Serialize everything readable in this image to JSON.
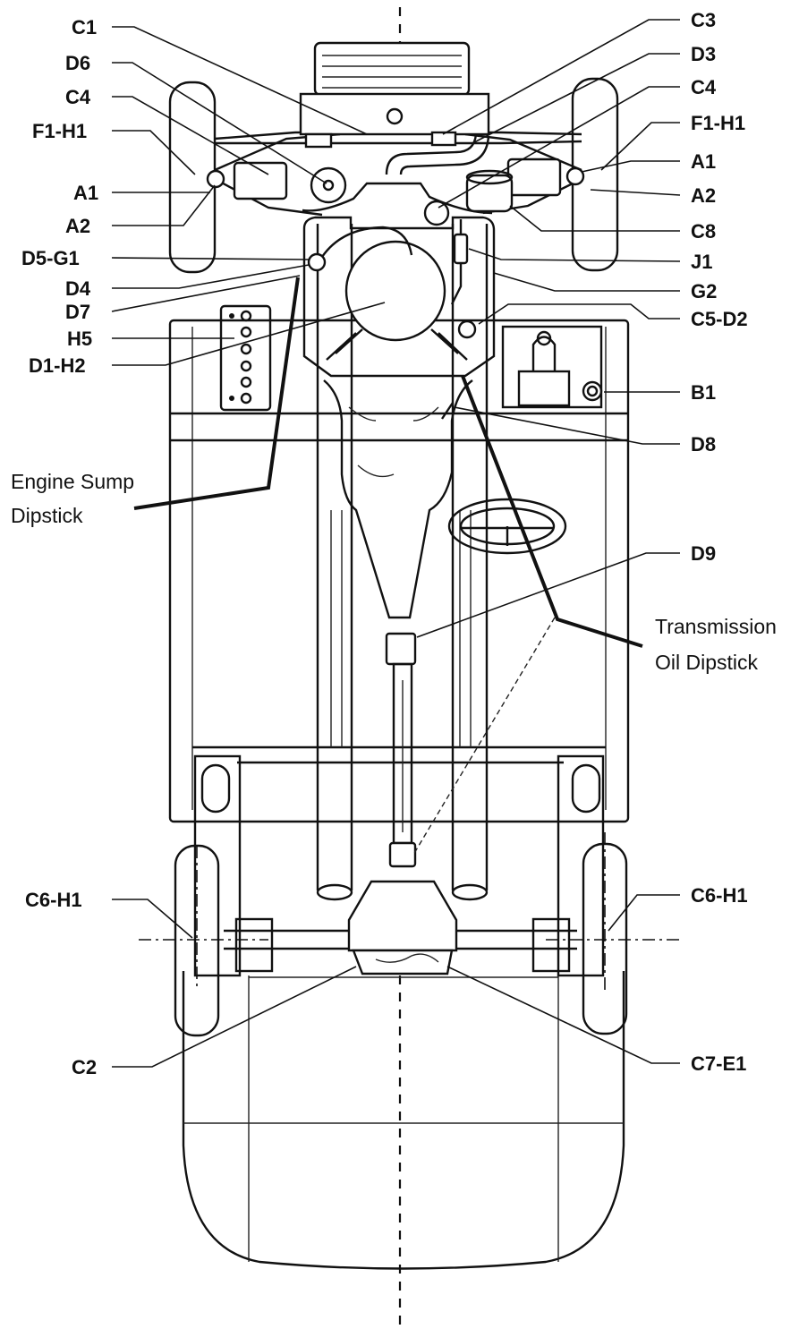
{
  "labels_left": [
    "C1",
    "D6",
    "C4",
    "F1-H1",
    "A1",
    "A2",
    "D5-G1",
    "D4",
    "D7",
    "H5",
    "D1-H2",
    "C6-H1",
    "C2"
  ],
  "labels_right": [
    "C3",
    "D3",
    "C4",
    "F1-H1",
    "A1",
    "A2",
    "C8",
    "J1",
    "G2",
    "C5-D2",
    "B1",
    "D8",
    "D9",
    "C6-H1",
    "C7-E1"
  ],
  "notes": {
    "engine_sump_line1": "Engine Sump",
    "engine_sump_line2": "Dipstick",
    "transmission_line1": "Transmission",
    "transmission_line2": "Oil Dipstick"
  }
}
